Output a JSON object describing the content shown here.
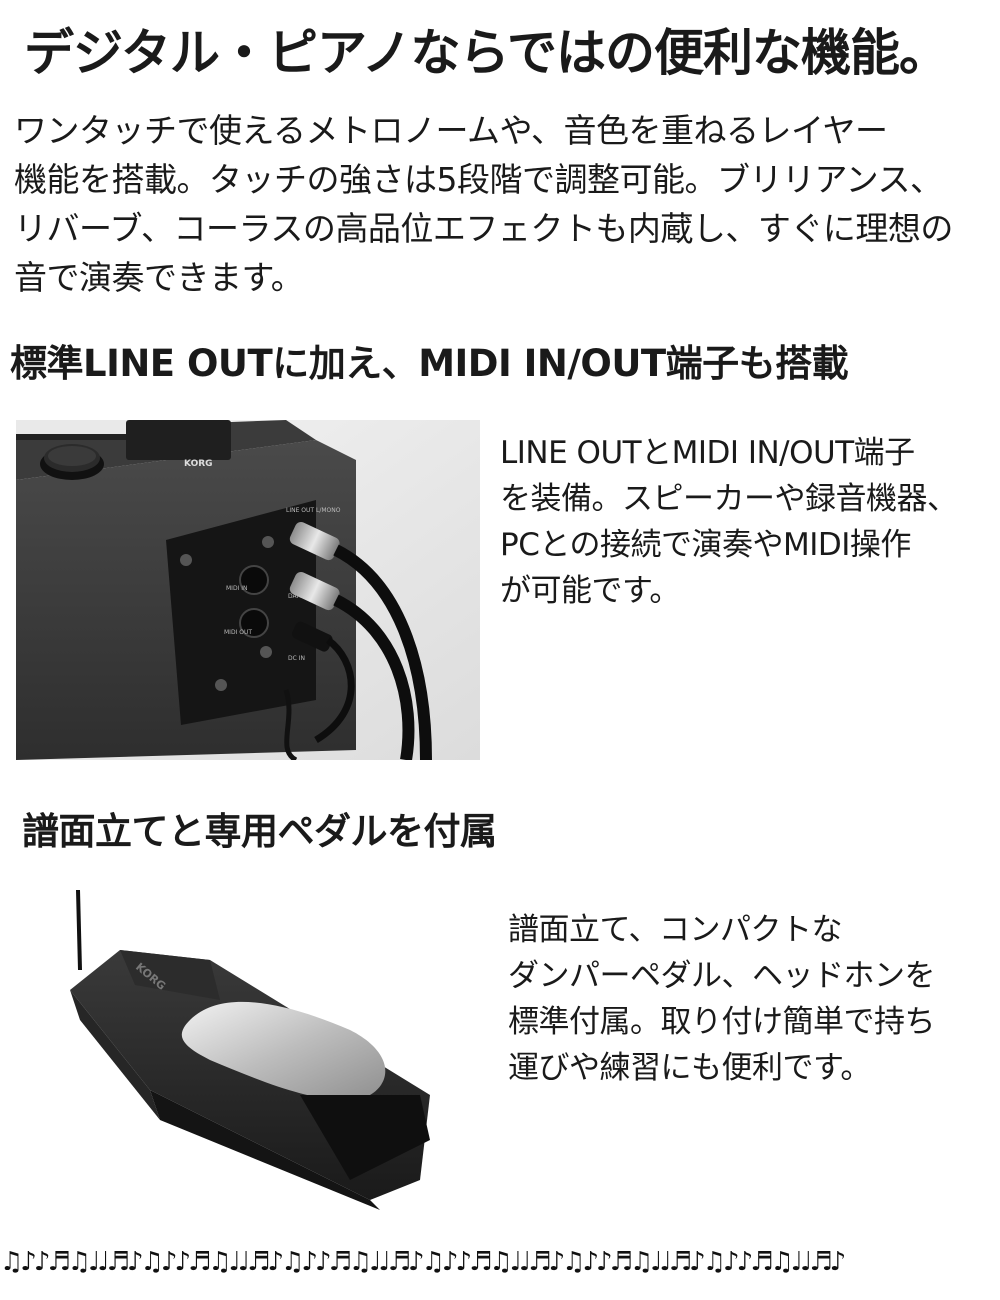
{
  "header": {
    "title": "デジタル・ピアノならではの便利な機能。"
  },
  "intro": {
    "lines": [
      "ワンタッチで使えるメトロノームや、音色を重ねるレイヤー",
      "機能を搭載。タッチの強さは5段階で調整可能。ブリリアンス、",
      "リバーブ、コーラスの高品位エフェクトも内蔵し、すぐに理想の",
      "音で演奏できます。"
    ]
  },
  "section_outputs": {
    "heading": "標準LINE OUTに加え、MIDI IN/OUT端子も搭載",
    "image_labels": {
      "brand": "KORG",
      "line_out": "LINE OUT L/MONO",
      "midi_in": "MIDI IN",
      "midi_out": "MIDI OUT",
      "damper": "DAMPER",
      "dc_in": "DC IN"
    },
    "lines": [
      "LINE OUTとMIDI IN/OUT端子",
      "を装備。スピーカーや録音機器、",
      "PCとの接続で演奏やMIDI操作",
      "が可能です。"
    ]
  },
  "section_accessories": {
    "heading": "譜面立てと専用ペダルを付属",
    "image_labels": {
      "brand": "KORG"
    },
    "lines": [
      "譜面立て、コンパクトな",
      "ダンパーペダル、ヘッドホンを",
      "標準付属。取り付け簡単で持ち",
      "運びや練習にも便利です。"
    ]
  },
  "footer": {
    "notes": "♫♪♪♬♫♩♩♬♪♫♪♪♬♫♩♩♬♪♫♪♪♬♫♩♩♬♪♫♪♪♬♫♩♩♬♪♫♪♪♬♫♩♩♬♪♫♪♪♬♫♩♩♬♪"
  }
}
